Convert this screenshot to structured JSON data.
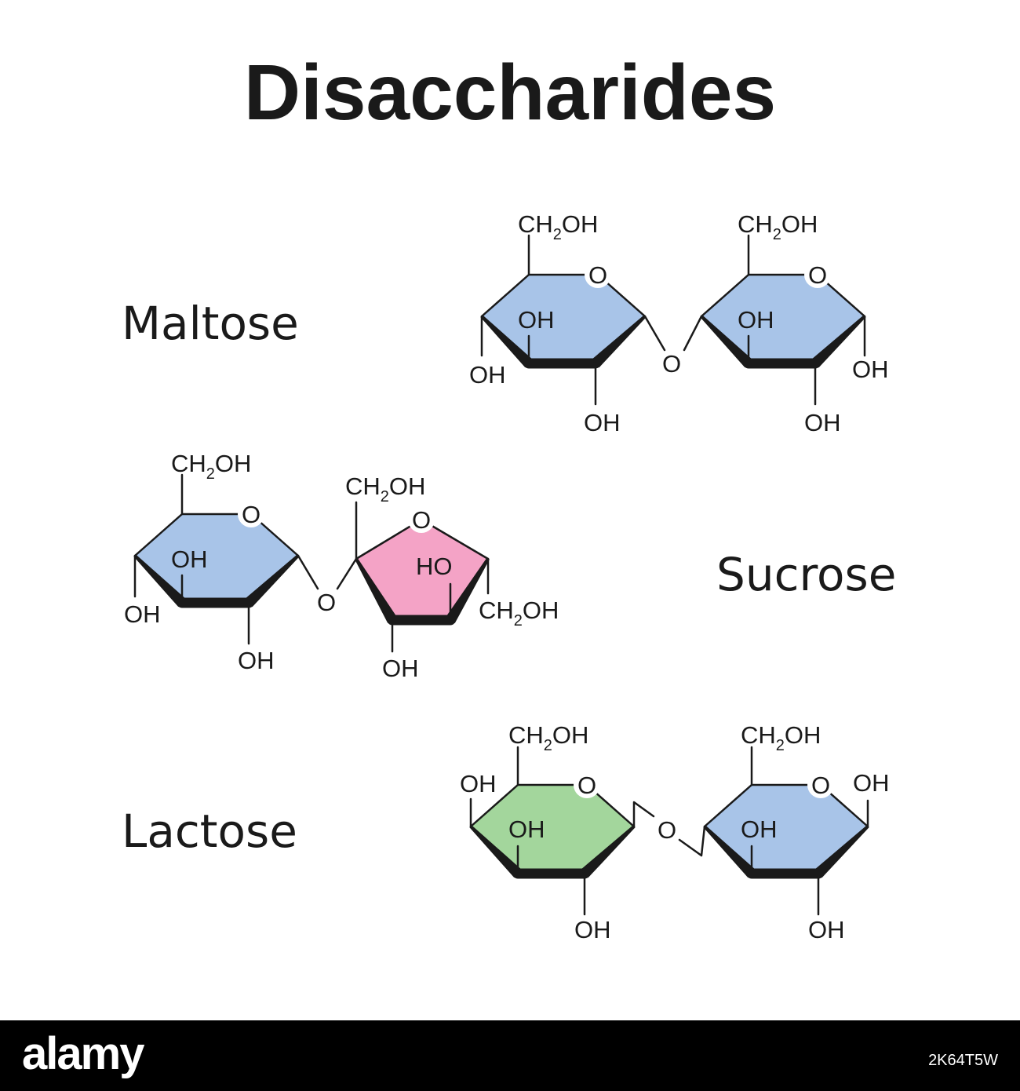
{
  "title": "Disaccharides",
  "colors": {
    "glucose_ring": "#a8c4e8",
    "fructose_ring": "#f4a3c6",
    "galactose_ring": "#a3d69c",
    "bond": "#1a1a1a",
    "footer": "#000000"
  },
  "labels": {
    "ch2oh_prefix": "CH",
    "ch2oh_sub": "2",
    "ch2oh_suffix": "OH",
    "hydroxyl": "OH",
    "hydroxyl_reversed": "HO",
    "ring_oxygen": "O",
    "bridge_oxygen": "O"
  },
  "molecules": [
    {
      "name": "Maltose",
      "units": [
        "glucose",
        "glucose"
      ]
    },
    {
      "name": "Sucrose",
      "units": [
        "glucose",
        "fructose"
      ]
    },
    {
      "name": "Lactose",
      "units": [
        "galactose",
        "glucose"
      ]
    }
  ],
  "footer": {
    "logo": "alamy",
    "image_id": "2K64T5W"
  }
}
